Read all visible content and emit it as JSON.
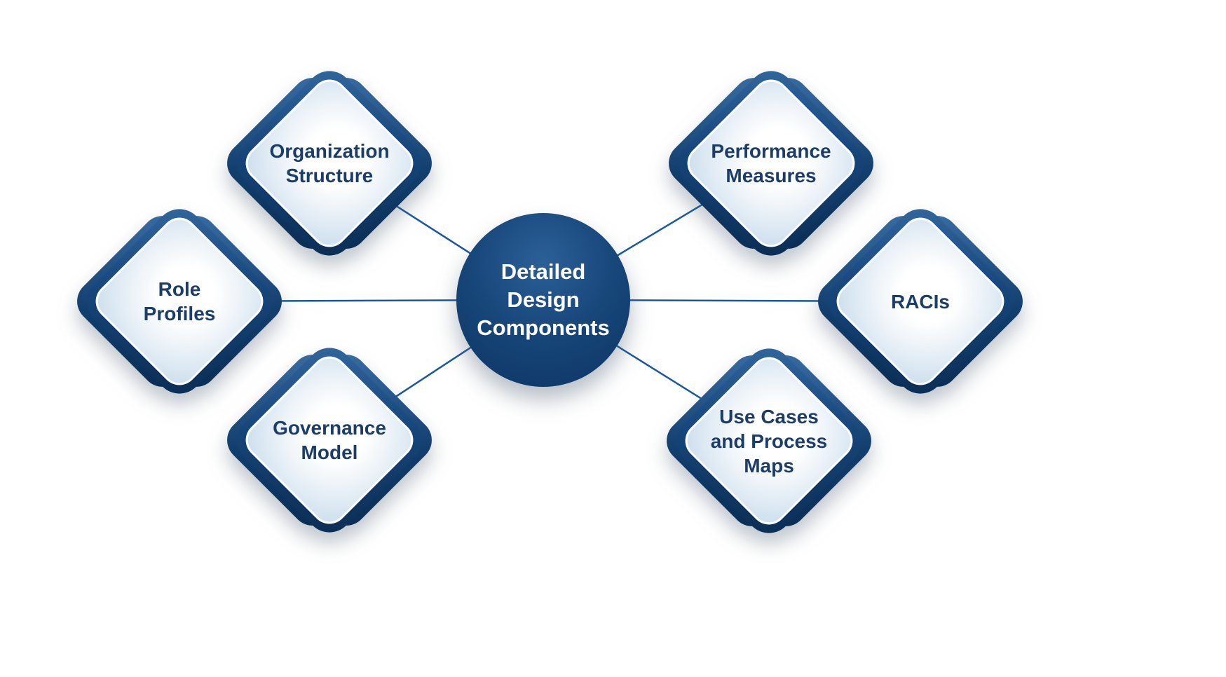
{
  "diagram": {
    "type": "hub-and-spoke",
    "center": {
      "label": "Detailed\nDesign\nComponents"
    },
    "nodes": [
      {
        "id": "organization-structure",
        "label": "Organization\nStructure"
      },
      {
        "id": "performance-measures",
        "label": "Performance\nMeasures"
      },
      {
        "id": "role-profiles",
        "label": "Role\nProfiles"
      },
      {
        "id": "racis",
        "label": "RACIs"
      },
      {
        "id": "governance-model",
        "label": "Governance\nModel"
      },
      {
        "id": "use-cases-process-maps",
        "label": "Use Cases\nand Process\nMaps"
      }
    ],
    "colors": {
      "navy_dark": "#0a2c52",
      "navy_mid": "#16457a",
      "navy_light": "#33699f",
      "diamond_fill_edge": "#c8dbeb",
      "diamond_fill_center": "#ffffff",
      "text_navy": "#1b3d68",
      "text_white": "#ffffff",
      "connector": "#1758a0",
      "background": "#ffffff"
    }
  }
}
